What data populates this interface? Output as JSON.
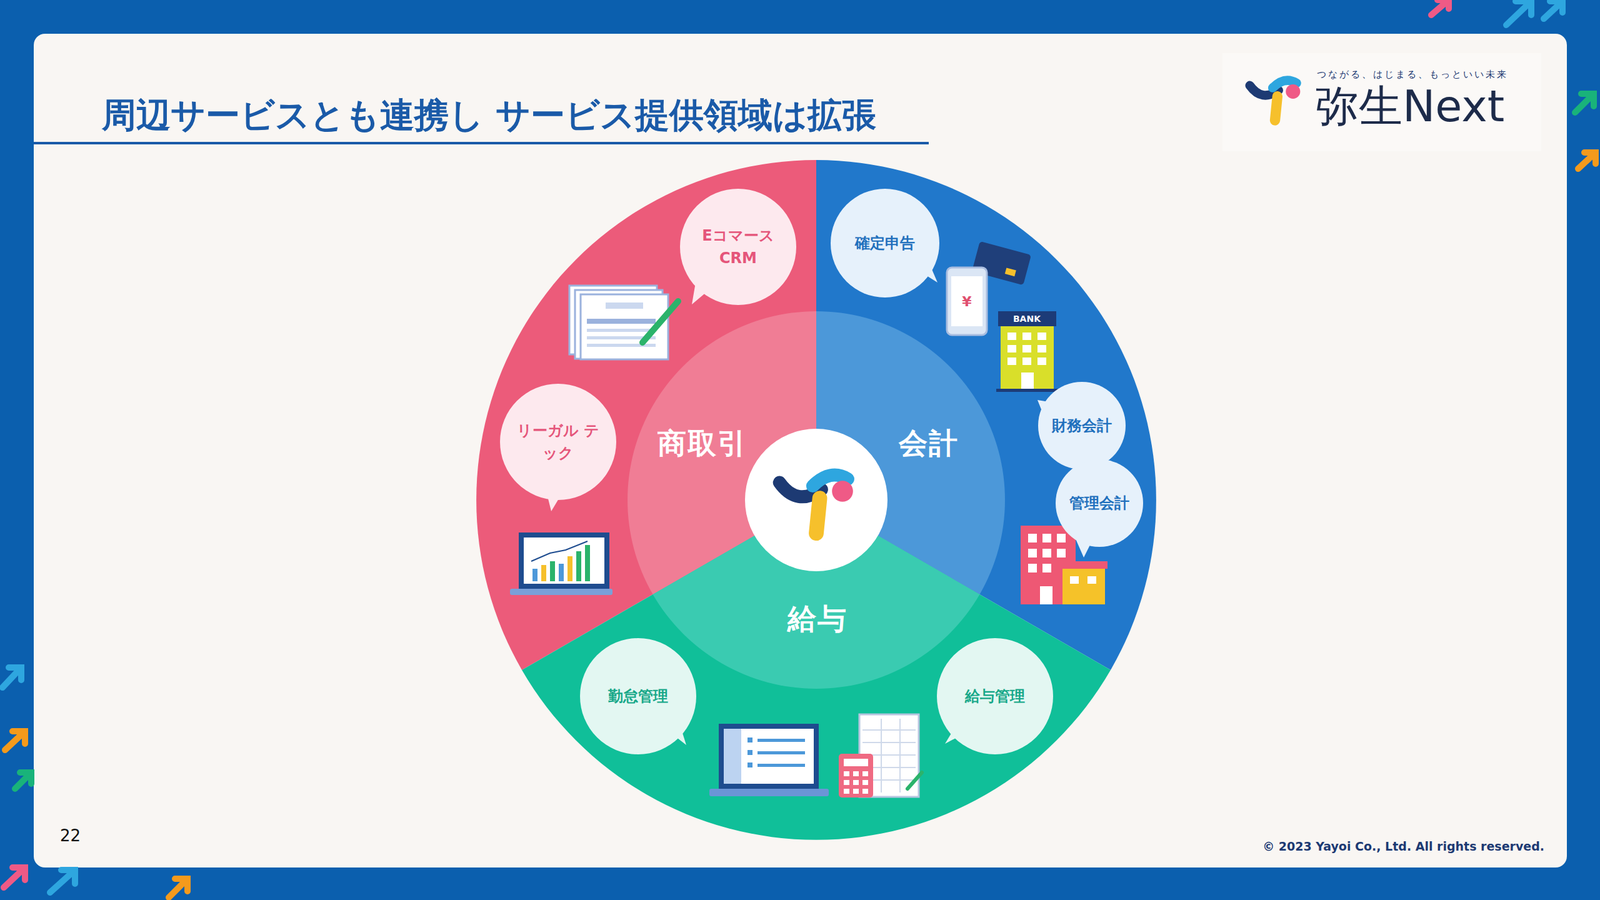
{
  "diagram": {
    "title": "周辺サービスとも連携し サービス提供領域は拡張",
    "nodes": [
      {
        "text": [
          "商取引"
        ]
      },
      {
        "text": [
          "Eコマース CRM"
        ],
        "in": 0
      },
      {
        "text": [
          "リーガル テック"
        ],
        "in": 0
      },
      {
        "text": [
          "会計"
        ]
      },
      {
        "text": [
          "確定申告"
        ],
        "in": 3
      },
      {
        "text": [
          "財務会計"
        ],
        "in": 3
      },
      {
        "text": [
          "管理会計"
        ],
        "in": 3
      },
      {
        "text": [
          "給与"
        ]
      },
      {
        "text": [
          "勤怠管理"
        ],
        "in": 7
      },
      {
        "text": [
          "給与管理"
        ],
        "in": 7
      }
    ],
    "labels": [
      "つながる、はじまる、もっといい未来",
      "弥生Next",
      "BANK",
      "¥",
      "22",
      "© 2023 Yayoi Co., Ltd.  All rights reserved."
    ]
  }
}
